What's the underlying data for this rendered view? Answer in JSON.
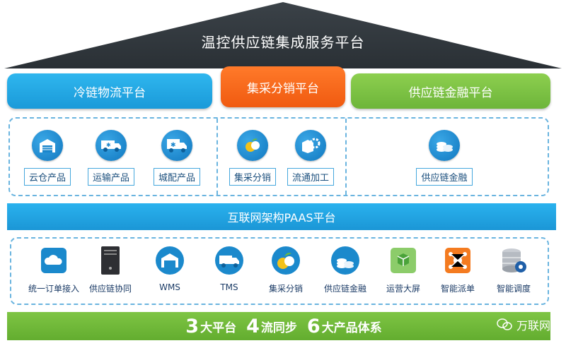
{
  "roof": {
    "title": "温控供应链集成服务平台"
  },
  "platforms": [
    {
      "label": "冷链物流平台",
      "color": "#1fa6e4"
    },
    {
      "label": "集采分销平台",
      "color": "#f2651a"
    },
    {
      "label": "供应链金融平台",
      "color": "#77bd42"
    }
  ],
  "products": [
    {
      "label": "云仓产品",
      "icon": "warehouse-icon"
    },
    {
      "label": "运输产品",
      "icon": "van-icon"
    },
    {
      "label": "城配产品",
      "icon": "truck-icon"
    },
    {
      "label": "集采分销",
      "icon": "fruit-icon"
    },
    {
      "label": "流通加工",
      "icon": "gear-box-icon"
    },
    {
      "label": "供应链金融",
      "icon": "coins-icon"
    }
  ],
  "paas": {
    "label": "互联网架构PAAS平台"
  },
  "systems": [
    {
      "label": "统一订单接入",
      "icon": "cloud-icon"
    },
    {
      "label": "供应链协同",
      "icon": "server-icon"
    },
    {
      "label": "WMS",
      "icon": "warehouse-icon"
    },
    {
      "label": "TMS",
      "icon": "van-icon"
    },
    {
      "label": "集采分销",
      "icon": "fruit-icon"
    },
    {
      "label": "供应链金融",
      "icon": "coins-icon"
    },
    {
      "label": "运营大屏",
      "icon": "cubes-icon"
    },
    {
      "label": "智能派单",
      "icon": "network-icon"
    },
    {
      "label": "智能调度",
      "icon": "database-gear-icon"
    }
  ],
  "summary": {
    "n1": "3",
    "t1": "大平台",
    "n2": "4",
    "t2": "流同步",
    "n3": "6",
    "t3": "大产品体系"
  },
  "brand": {
    "name": "万联网"
  }
}
